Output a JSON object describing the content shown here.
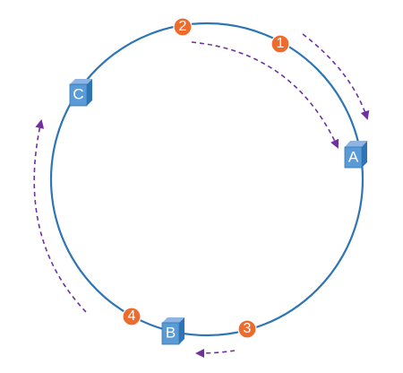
{
  "diagram": {
    "colors": {
      "ring": "#2E75B6",
      "node_front": "#5B9BD5",
      "node_side": "#2E75B6",
      "node_top": "#8DB4E2",
      "marker": "#ED6B2D",
      "arrow": "#7030A0",
      "text": "#FFFFFF"
    },
    "nodes": [
      {
        "id": "A",
        "label": "A"
      },
      {
        "id": "B",
        "label": "B"
      },
      {
        "id": "C",
        "label": "C"
      }
    ],
    "markers": [
      {
        "id": "1",
        "label": "1"
      },
      {
        "id": "2",
        "label": "2"
      },
      {
        "id": "3",
        "label": "3"
      },
      {
        "id": "4",
        "label": "4"
      }
    ]
  }
}
